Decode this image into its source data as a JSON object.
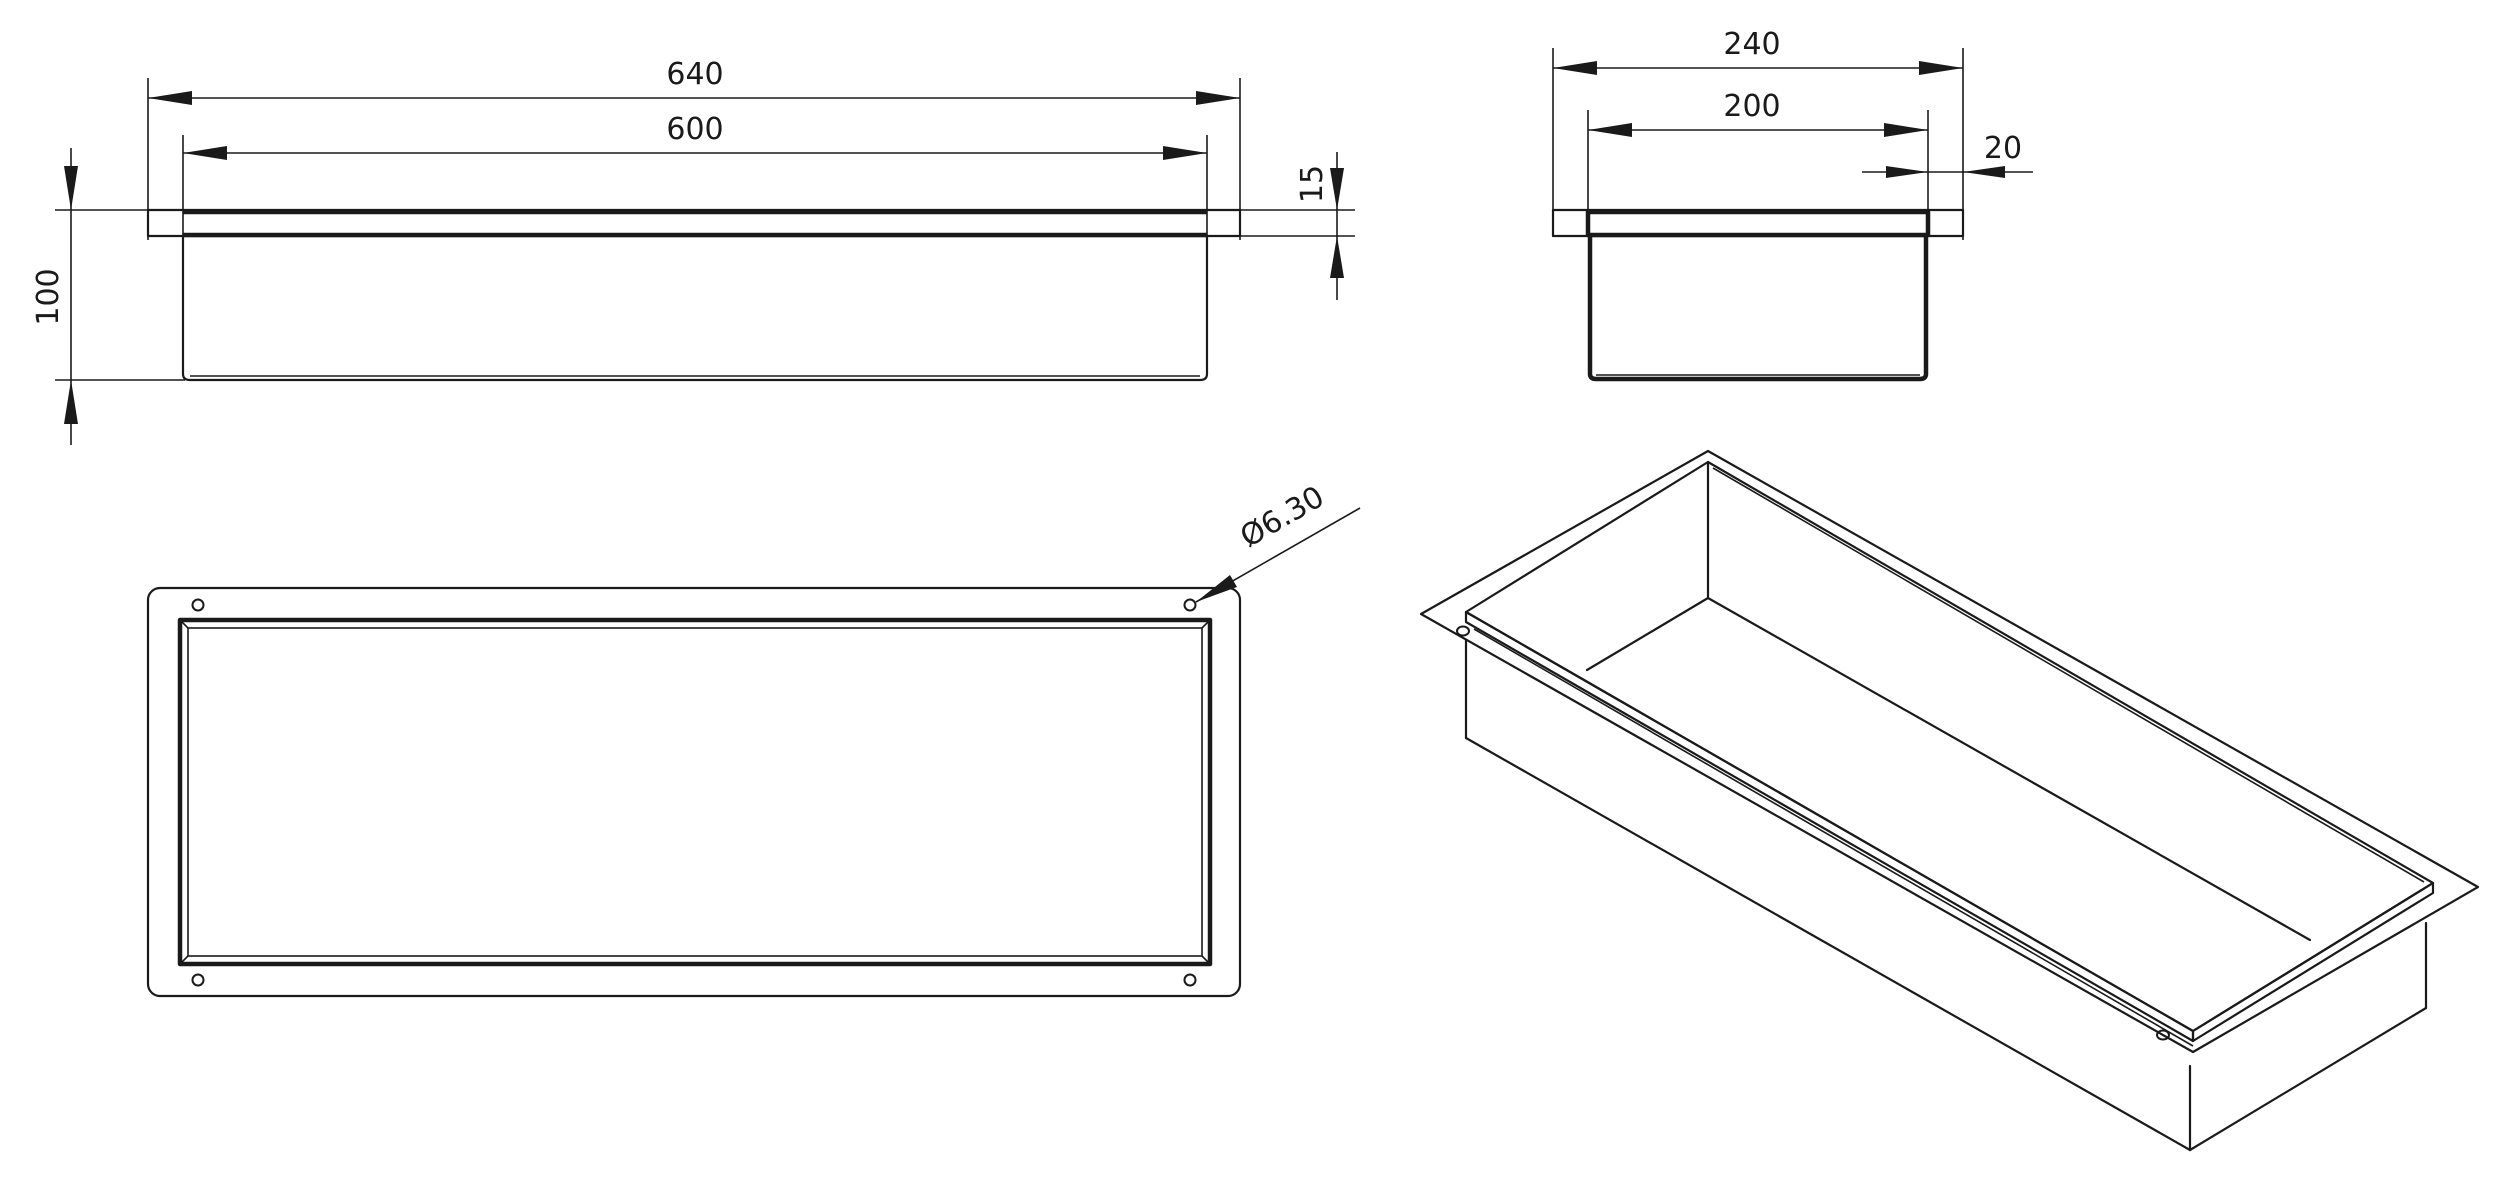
{
  "drawing": {
    "dimensions": {
      "front_outer_width": "640",
      "front_inner_width": "600",
      "flange_thickness": "15",
      "total_depth": "100",
      "side_outer_width": "240",
      "side_inner_width": "200",
      "side_flange_width": "20",
      "hole_diameter": "Ø6.30"
    }
  }
}
